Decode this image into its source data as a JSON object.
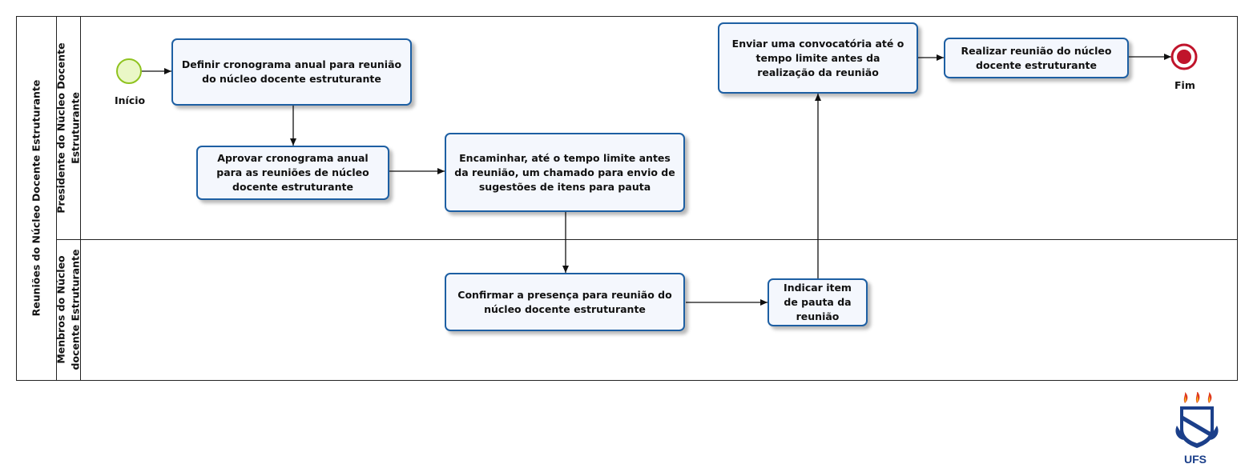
{
  "pool": {
    "title": "Reuniões do Núcleo Docente Estruturante"
  },
  "lanes": [
    {
      "label_line1": "Presidente do Núcleo Docente",
      "label_line2": "Estruturante"
    },
    {
      "label_line1": "Menbros do Núcleo",
      "label_line2": "docente Estruturante"
    }
  ],
  "events": {
    "start": {
      "label": "Início"
    },
    "end": {
      "label": "Fim"
    }
  },
  "tasks": [
    {
      "id": "t1",
      "text": "Definir cronograma anual para reunião do núcleo docente estruturante"
    },
    {
      "id": "t2",
      "text": "Aprovar cronograma anual para as reuniões de núcleo docente estruturante"
    },
    {
      "id": "t3",
      "text": "Encaminhar, até o tempo limite antes da reunião, um chamado para envio de sugestões de itens para pauta"
    },
    {
      "id": "t4",
      "text": "Confirmar a presença para reunião do núcleo docente estruturante"
    },
    {
      "id": "t5",
      "text": "Indicar item de pauta da reunião"
    },
    {
      "id": "t6",
      "text": "Enviar uma convocatória até o tempo limite antes da realização da reunião"
    },
    {
      "id": "t7",
      "text": "Realizar reunião do núcleo docente estruturante"
    }
  ],
  "logo": {
    "text": "UFS"
  },
  "colors": {
    "task_border": "#1d5fa3",
    "task_fill": "#f4f7fd",
    "start_event": "#9acd32",
    "end_event": "#c0142b"
  }
}
